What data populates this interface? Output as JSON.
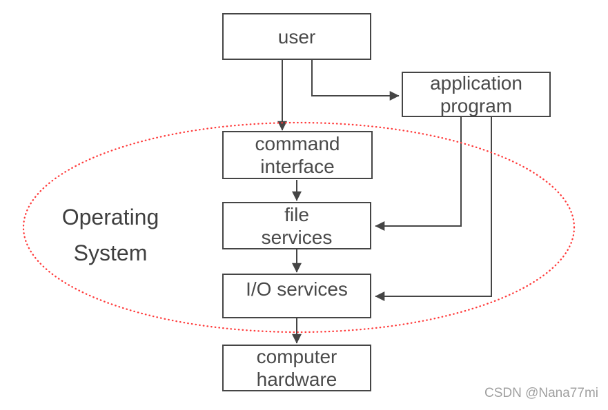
{
  "diagram": {
    "nodes": {
      "user": {
        "label": "user"
      },
      "application_program": {
        "line1": "application",
        "line2": "program"
      },
      "command_interface": {
        "line1": "command",
        "line2": "interface"
      },
      "file_services": {
        "line1": "file",
        "line2": "services"
      },
      "io_services": {
        "label": "I/O services"
      },
      "computer_hardware": {
        "line1": "computer",
        "line2": "hardware"
      }
    },
    "region_label": {
      "line1": "Operating",
      "line2": "System"
    },
    "edges": [
      {
        "from": "user",
        "to": "command interface"
      },
      {
        "from": "user",
        "to": "application program"
      },
      {
        "from": "command interface",
        "to": "file services"
      },
      {
        "from": "file services",
        "to": "I/O services"
      },
      {
        "from": "I/O services",
        "to": "computer hardware"
      },
      {
        "from": "application program",
        "to": "file services"
      },
      {
        "from": "application program",
        "to": "I/O services"
      }
    ],
    "colors": {
      "connector": "#454545",
      "box_border": "#454545",
      "text": "#4a4a4a",
      "region_ellipse": "#ff3b3b",
      "watermark": "#a0a0a0"
    }
  },
  "watermark": {
    "text": "CSDN @Nana77mi"
  }
}
